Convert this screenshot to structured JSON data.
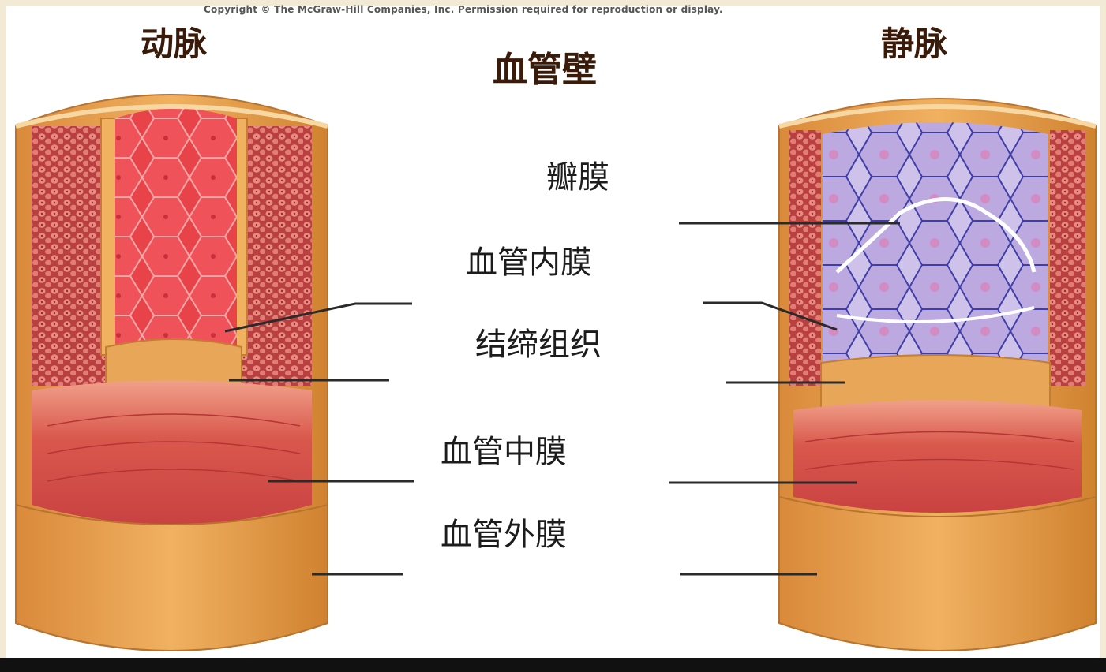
{
  "copyright": "Copyright © The McGraw-Hill Companies, Inc. Permission required for reproduction or display.",
  "titles": {
    "artery": "动脉",
    "vein": "静脉",
    "wall": "血管壁"
  },
  "labels": {
    "valve": "瓣膜",
    "tunica_intima": "血管内膜",
    "connective_tissue": "结缔组织",
    "tunica_media": "血管中膜",
    "tunica_externa": "血管外膜"
  }
}
